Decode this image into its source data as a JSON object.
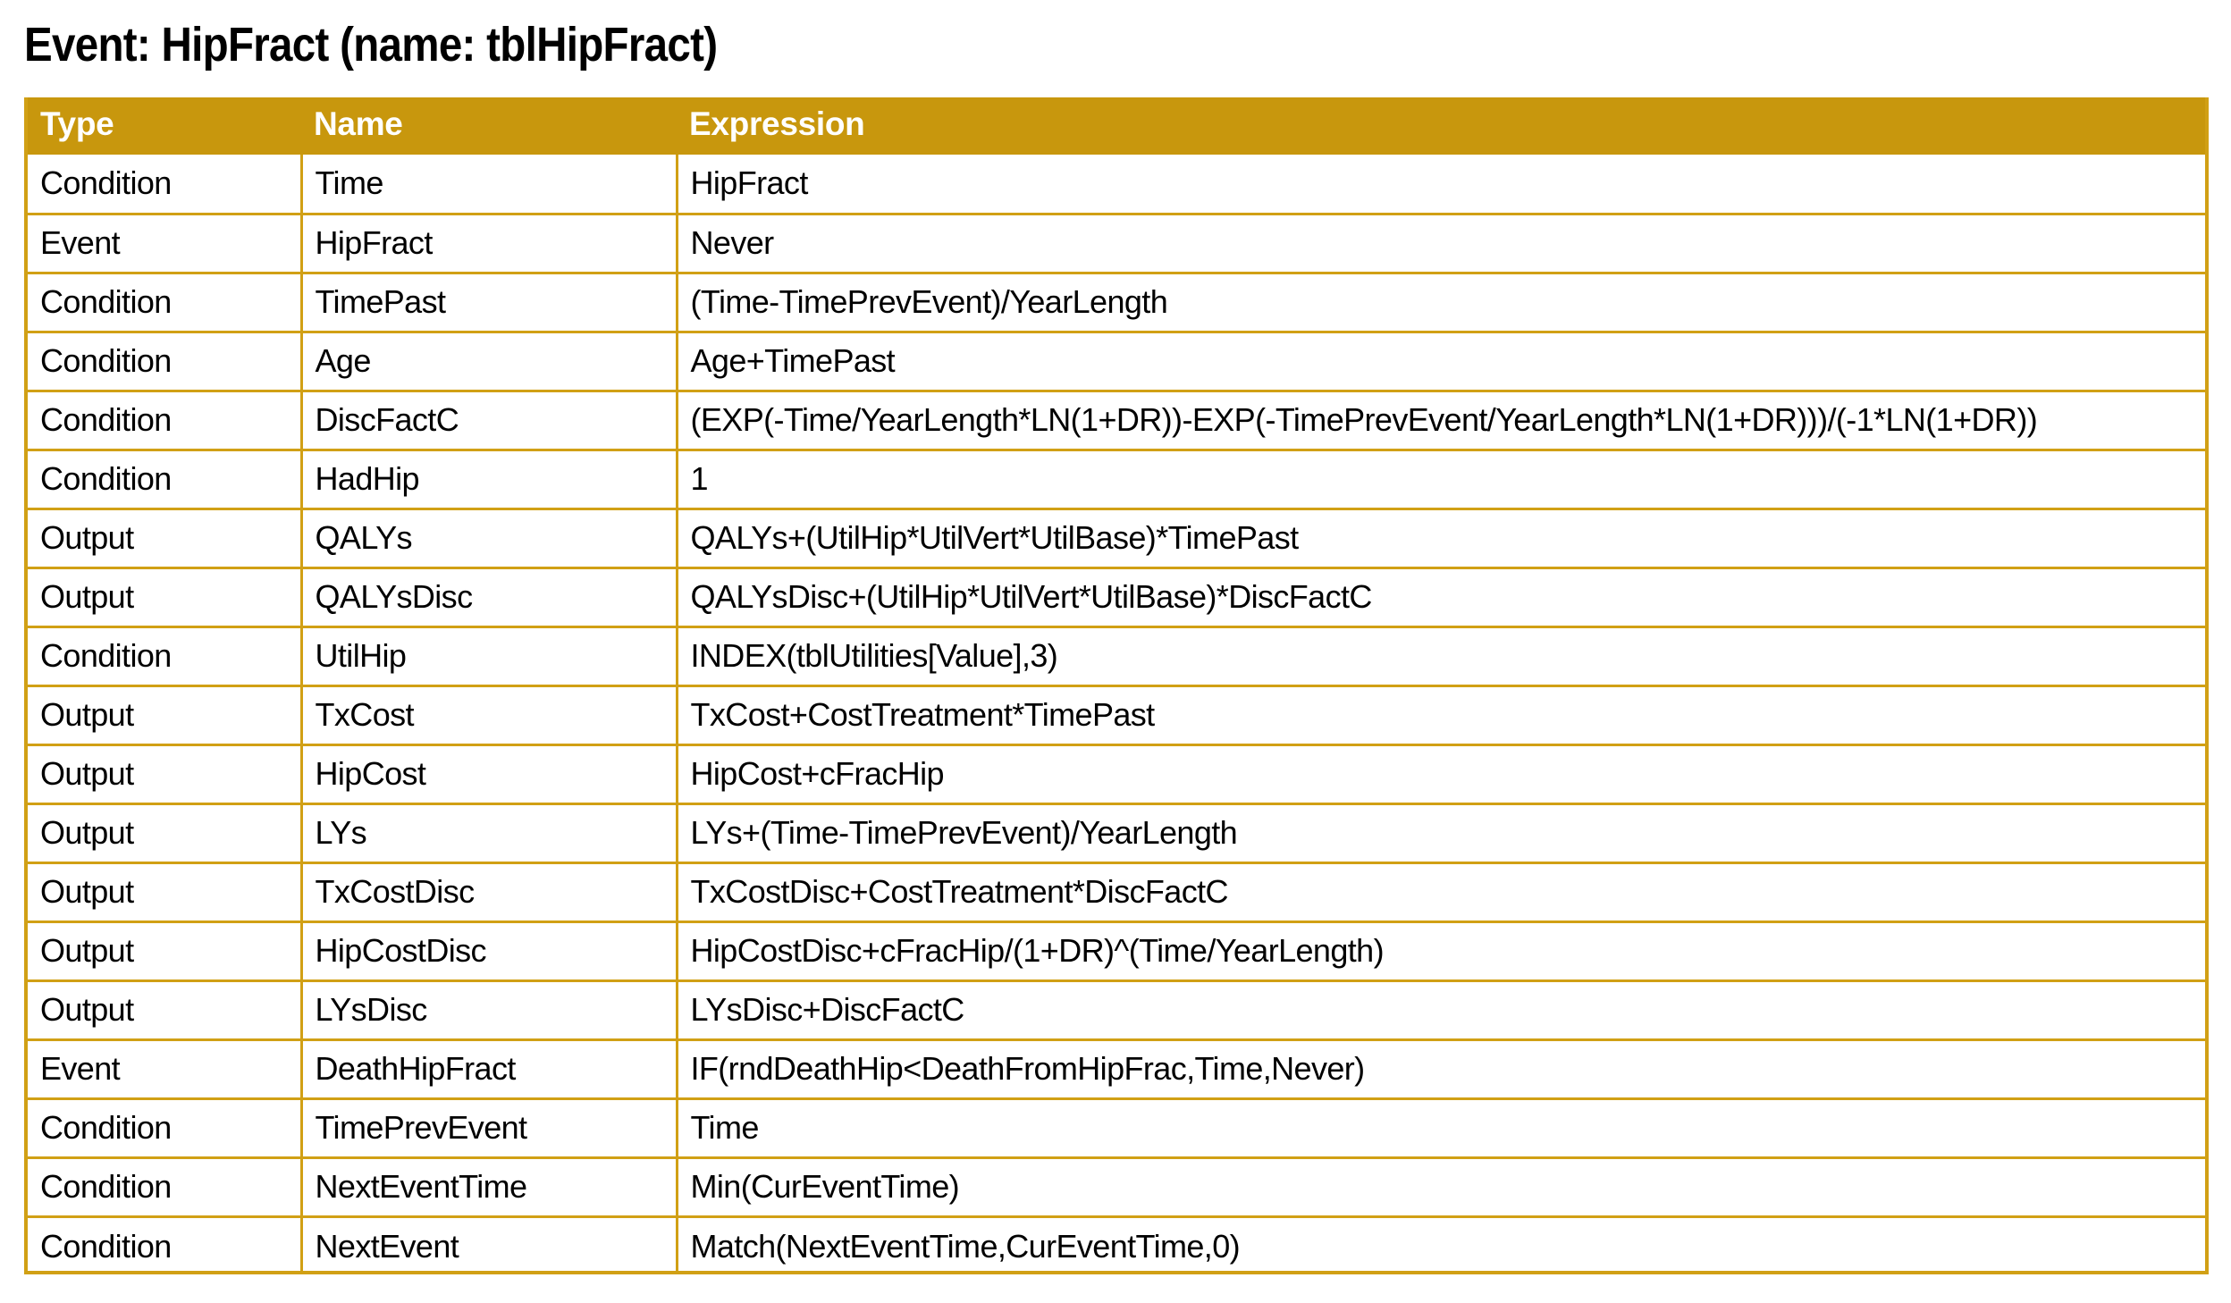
{
  "document": {
    "title": "Event: HipFract (name: tblHipFract)",
    "background_color": "#FFFFFF",
    "accent_color": "#C8970D",
    "border_color": "#D1A015",
    "header_text_color": "#FFFFFF",
    "body_text_color": "#000000"
  },
  "table": {
    "name": "event-definition-table",
    "columns": [
      {
        "key": "type",
        "label": "Type"
      },
      {
        "key": "name",
        "label": "Name"
      },
      {
        "key": "expression",
        "label": "Expression"
      }
    ],
    "rows": [
      {
        "type": "Condition",
        "name": "Time",
        "expression": "HipFract"
      },
      {
        "type": "Event",
        "name": "HipFract",
        "expression": "Never"
      },
      {
        "type": "Condition",
        "name": "TimePast",
        "expression": "(Time-TimePrevEvent)/YearLength"
      },
      {
        "type": "Condition",
        "name": "Age",
        "expression": "Age+TimePast"
      },
      {
        "type": "Condition",
        "name": "DiscFactC",
        "expression": "(EXP(-Time/YearLength*LN(1+DR))-EXP(-TimePrevEvent/YearLength*LN(1+DR)))/(-1*LN(1+DR))"
      },
      {
        "type": "Condition",
        "name": "HadHip",
        "expression": "1"
      },
      {
        "type": "Output",
        "name": "QALYs",
        "expression": "QALYs+(UtilHip*UtilVert*UtilBase)*TimePast"
      },
      {
        "type": "Output",
        "name": "QALYsDisc",
        "expression": "QALYsDisc+(UtilHip*UtilVert*UtilBase)*DiscFactC"
      },
      {
        "type": "Condition",
        "name": "UtilHip",
        "expression": "INDEX(tblUtilities[Value],3)"
      },
      {
        "type": "Output",
        "name": "TxCost",
        "expression": "TxCost+CostTreatment*TimePast"
      },
      {
        "type": "Output",
        "name": "HipCost",
        "expression": "HipCost+cFracHip"
      },
      {
        "type": "Output",
        "name": "LYs",
        "expression": "LYs+(Time-TimePrevEvent)/YearLength"
      },
      {
        "type": "Output",
        "name": "TxCostDisc",
        "expression": "TxCostDisc+CostTreatment*DiscFactC"
      },
      {
        "type": "Output",
        "name": "HipCostDisc",
        "expression": "HipCostDisc+cFracHip/(1+DR)^(Time/YearLength)"
      },
      {
        "type": "Output",
        "name": "LYsDisc",
        "expression": "LYsDisc+DiscFactC"
      },
      {
        "type": "Event",
        "name": "DeathHipFract",
        "expression": "IF(rndDeathHip<DeathFromHipFrac,Time,Never)"
      },
      {
        "type": "Condition",
        "name": "TimePrevEvent",
        "expression": "Time"
      },
      {
        "type": "Condition",
        "name": "NextEventTime",
        "expression": "Min(CurEventTime)"
      },
      {
        "type": "Condition",
        "name": "NextEvent",
        "expression": "Match(NextEventTime,CurEventTime,0)"
      }
    ]
  }
}
